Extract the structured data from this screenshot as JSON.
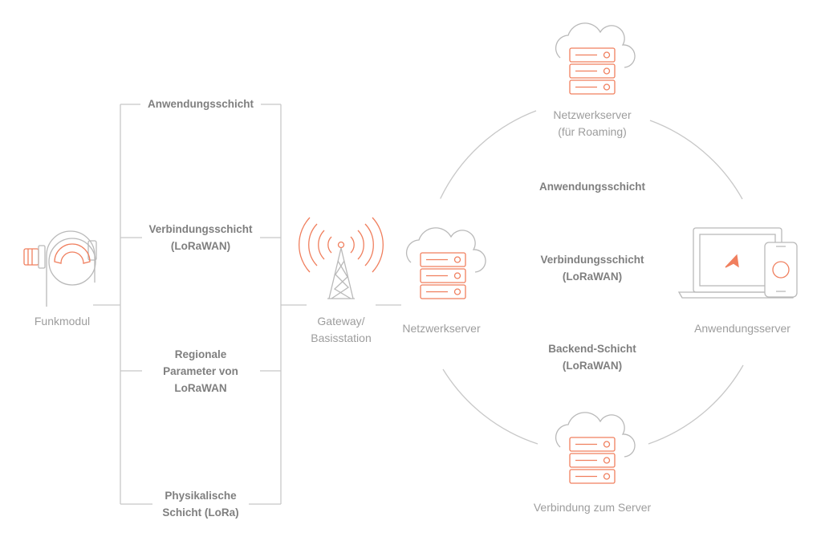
{
  "colors": {
    "line": "#c8c8c8",
    "icon": "#b9b9b9",
    "accent": "#f07f5e",
    "text": "#8c8c8c"
  },
  "labels": {
    "funkmodul": "Funkmodul",
    "gateway_line1": "Gateway/",
    "gateway_line2": "Basisstation",
    "netzwerkserver": "Netzwerkserver",
    "roaming_line1": "Netzwerkserver",
    "roaming_line2": "(für Roaming)",
    "anwendungsserver": "Anwendungsserver",
    "verbindung_server": "Verbindung zum Server"
  },
  "left_stack": {
    "app_layer": "Anwendungsschicht",
    "link_layer_line1": "Verbindungsschicht",
    "link_layer_line2": "(LoRaWAN)",
    "regional_line1": "Regionale",
    "regional_line2": "Parameter von",
    "regional_line3": "LoRaWAN",
    "phys_line1": "Physikalische",
    "phys_line2": "Schicht (LoRa)"
  },
  "right_stack": {
    "app_layer": "Anwendungsschicht",
    "link_layer_line1": "Verbindungsschicht",
    "link_layer_line2": "(LoRaWAN)",
    "backend_line1": "Backend-Schicht",
    "backend_line2": "(LoRaWAN)"
  },
  "icons": {
    "device": "radio-module-icon",
    "gateway": "antenna-tower-icon",
    "server": "cloud-server-icon",
    "app_server": "laptop-phone-icon"
  }
}
